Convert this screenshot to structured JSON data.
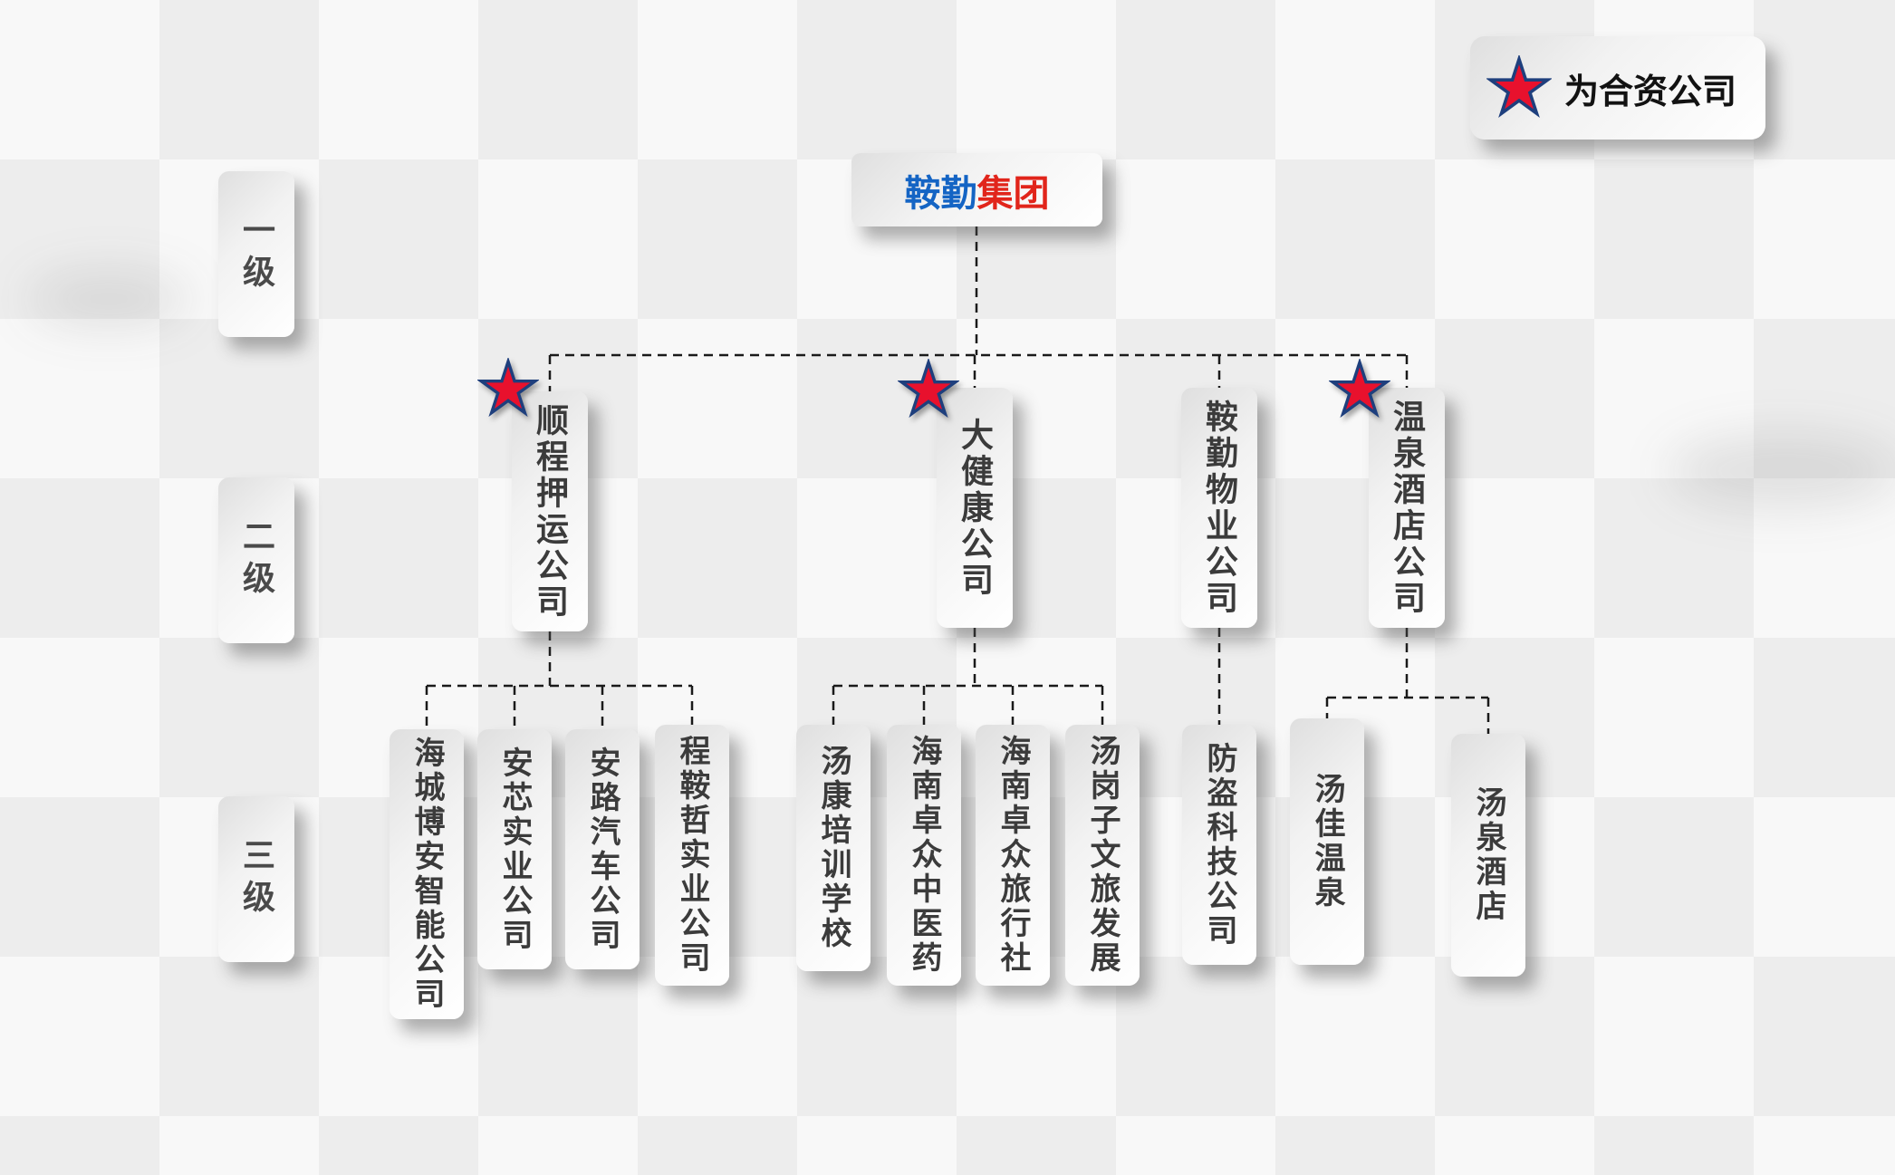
{
  "theme": {
    "star_fill": "#e8112d",
    "star_outline": "#1e3f7d",
    "root_blue": "#1464c4",
    "root_red": "#e1251b",
    "connector": "#1a1a1a",
    "text": "#3b3b3b"
  },
  "legend": {
    "text": "为合资公司"
  },
  "root": {
    "part1": "鞍勤",
    "part2": "集团"
  },
  "level_labels": [
    {
      "label": "一级"
    },
    {
      "label": "二级"
    },
    {
      "label": "三级"
    }
  ],
  "branches": [
    {
      "label": "顺程押运公司",
      "joint_venture": true,
      "children": [
        "海城博安智能公司",
        "安芯实业公司",
        "安路汽车公司",
        "程鞍哲实业公司"
      ]
    },
    {
      "label": "大健康公司",
      "joint_venture": true,
      "children": [
        "汤康培训学校",
        "海南卓众中医药",
        "海南卓众旅行社",
        "汤岗子文旅发展"
      ]
    },
    {
      "label": "鞍勤物业公司",
      "joint_venture": false,
      "children": [
        "防盗科技公司"
      ]
    },
    {
      "label": "温泉酒店公司",
      "joint_venture": true,
      "children": [
        "汤佳温泉",
        "汤泉酒店"
      ]
    }
  ]
}
